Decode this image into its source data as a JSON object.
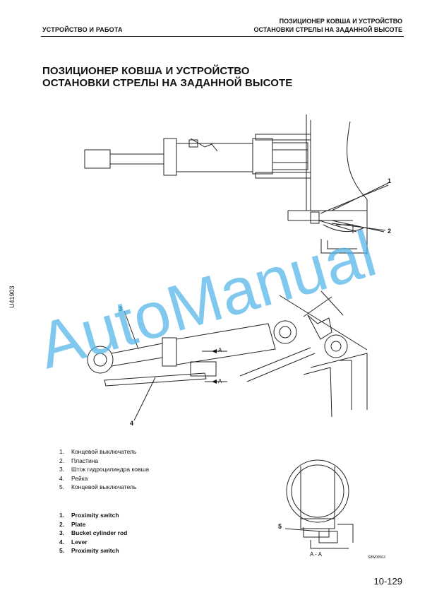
{
  "header": {
    "section": "УСТРОЙСТВО И РАБОТА",
    "topic_line1": "ПОЗИЦИОНЕР КОВША И УСТРОЙСТВО",
    "topic_line2": "ОСТАНОВКИ СТРЕЛЫ НА ЗАДАННОЙ ВЫСОТЕ"
  },
  "title": {
    "line1": "ПОЗИЦИОНЕР КОВША И УСТРОЙСТВО",
    "line2": "ОСТАНОВКИ СТРЕЛЫ НА ЗАДАННОЙ ВЫСОТЕ"
  },
  "side_code": "U41903",
  "watermark": "AutoManual",
  "callouts": [
    "1",
    "2",
    "3",
    "4",
    "5"
  ],
  "section_marks": {
    "a_top": "A",
    "a_bottom": "A",
    "view": "A - A"
  },
  "figure_code": "S8W00563",
  "legend_ru": [
    {
      "num": "1.",
      "text": "Концевой выключатель"
    },
    {
      "num": "2.",
      "text": "Пластина"
    },
    {
      "num": "3.",
      "text": "Шток гидроцилиндра ковша"
    },
    {
      "num": "4.",
      "text": "Рейка"
    },
    {
      "num": "5.",
      "text": "Концевой выключатель"
    }
  ],
  "legend_en": [
    {
      "num": "1.",
      "text": "Proximity switch"
    },
    {
      "num": "2.",
      "text": "Plate"
    },
    {
      "num": "3.",
      "text": "Bucket cylinder rod"
    },
    {
      "num": "4.",
      "text": "Lever"
    },
    {
      "num": "5.",
      "text": "Proximity switch"
    }
  ],
  "page_number": "10-129",
  "colors": {
    "watermark": "#4fb3e8",
    "ink": "#111111"
  }
}
